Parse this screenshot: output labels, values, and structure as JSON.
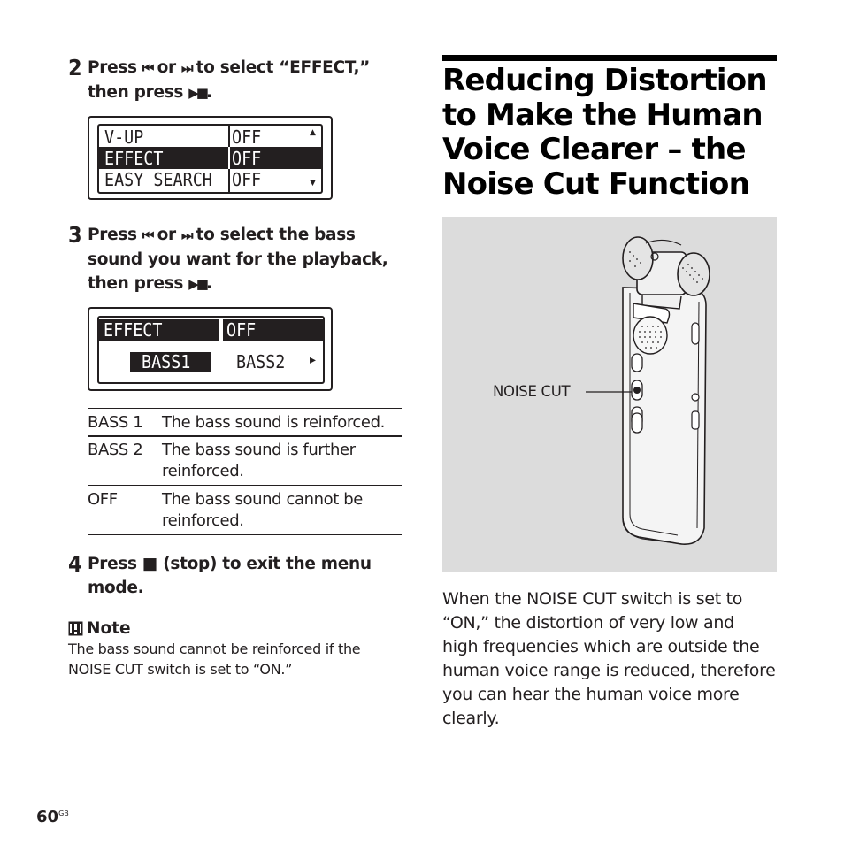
{
  "steps": [
    {
      "number": "2",
      "line1_a": "Press ",
      "prev_icon": "⏮",
      "or": " or ",
      "next_icon": "⏭",
      "line1_b": " to select “EFFECT,”",
      "line2_a": "then press ",
      "play_icon": "▶■",
      "line2_b": "."
    },
    {
      "number": "3",
      "line1_a": "Press ",
      "prev_icon": "⏮",
      "or": " or ",
      "next_icon": "⏭",
      "line1_b": " to select the bass",
      "line2": "sound you want for the playback,",
      "line3_a": "then press ",
      "play_icon": "▶■",
      "line3_b": "."
    },
    {
      "number": "4",
      "line1_a": "Press ",
      "stop_icon": "■",
      "line1_b": " (stop) to exit the menu",
      "line2": "mode."
    }
  ],
  "lcd1": {
    "rows": [
      {
        "item": "V-UP",
        "value": "OFF"
      },
      {
        "item": "EFFECT",
        "value": "OFF",
        "selected": true
      },
      {
        "item": "EASY SEARCH",
        "value": "OFF"
      }
    ],
    "up_arrow": "▲",
    "down_arrow": "▼"
  },
  "lcd2": {
    "item": "EFFECT",
    "value": "OFF",
    "option_selected": "BASS1",
    "option_next": "BASS2",
    "right_arrow": "▸"
  },
  "table": [
    {
      "setting": "BASS 1",
      "desc1": "The bass sound is reinforced.",
      "desc2": ""
    },
    {
      "setting": "BASS 2",
      "desc1": "The bass sound is further",
      "desc2": "reinforced."
    },
    {
      "setting": "OFF",
      "desc1": "The bass sound cannot be",
      "desc2": "reinforced."
    }
  ],
  "note": {
    "icon": "note-icon",
    "title": "Note",
    "line1": "The bass sound cannot be reinforced if the",
    "line2": "NOISE CUT switch is set to “ON.”"
  },
  "heading": {
    "line1": "Reducing Distortion",
    "line2": "to Make the Human",
    "line3": "Voice Clearer – the",
    "line4": "Noise Cut Function"
  },
  "illustration": {
    "callout": "NOISE CUT",
    "bg_color": "#dcdcdc"
  },
  "body": {
    "line1": "When the NOISE CUT switch is set to",
    "line2": "“ON,” the distortion of very low and",
    "line3": "high frequencies which are outside the",
    "line4": "human voice range is reduced, therefore",
    "line5": "you can hear the human voice more",
    "line6": "clearly."
  },
  "footer": {
    "page": "60",
    "suffix": "GB"
  }
}
